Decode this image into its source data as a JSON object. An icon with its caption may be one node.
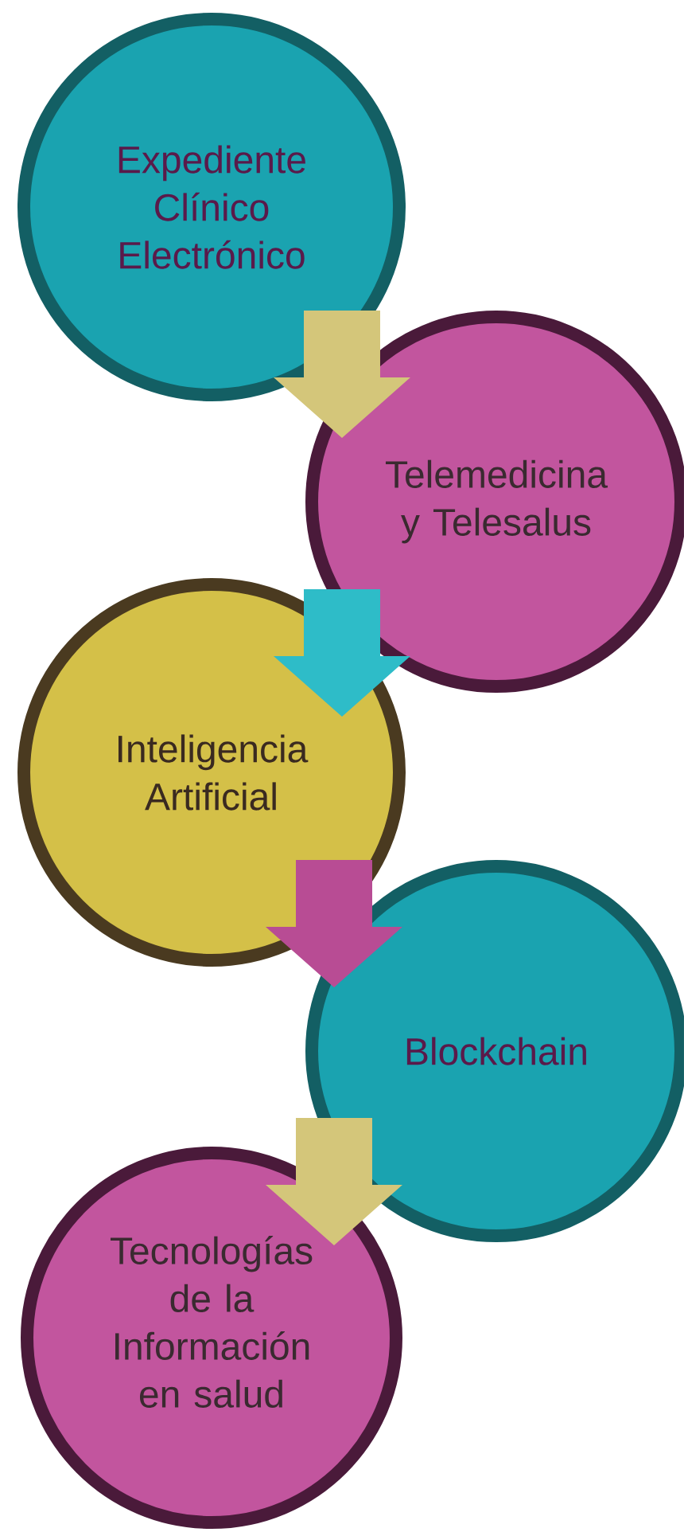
{
  "diagram": {
    "nodes": [
      {
        "text": [
          "Expediente Clínico Electrónico"
        ]
      },
      {
        "text": [
          "Telemedicina y Telesalus"
        ]
      },
      {
        "text": [
          "Inteligencia Artificial"
        ]
      },
      {
        "text": [
          "Blockchain"
        ]
      },
      {
        "text": [
          "Tecnologías de la Información en salud"
        ]
      }
    ],
    "edges": [
      {
        "from": 0,
        "to": 1,
        "arrow": "to"
      },
      {
        "from": 1,
        "to": 2,
        "arrow": "to",
        "color": "#2ebcc8"
      },
      {
        "from": 2,
        "to": 3,
        "arrow": "to",
        "color": "#b84c94"
      },
      {
        "from": 3,
        "to": 4,
        "arrow": "to"
      }
    ]
  }
}
